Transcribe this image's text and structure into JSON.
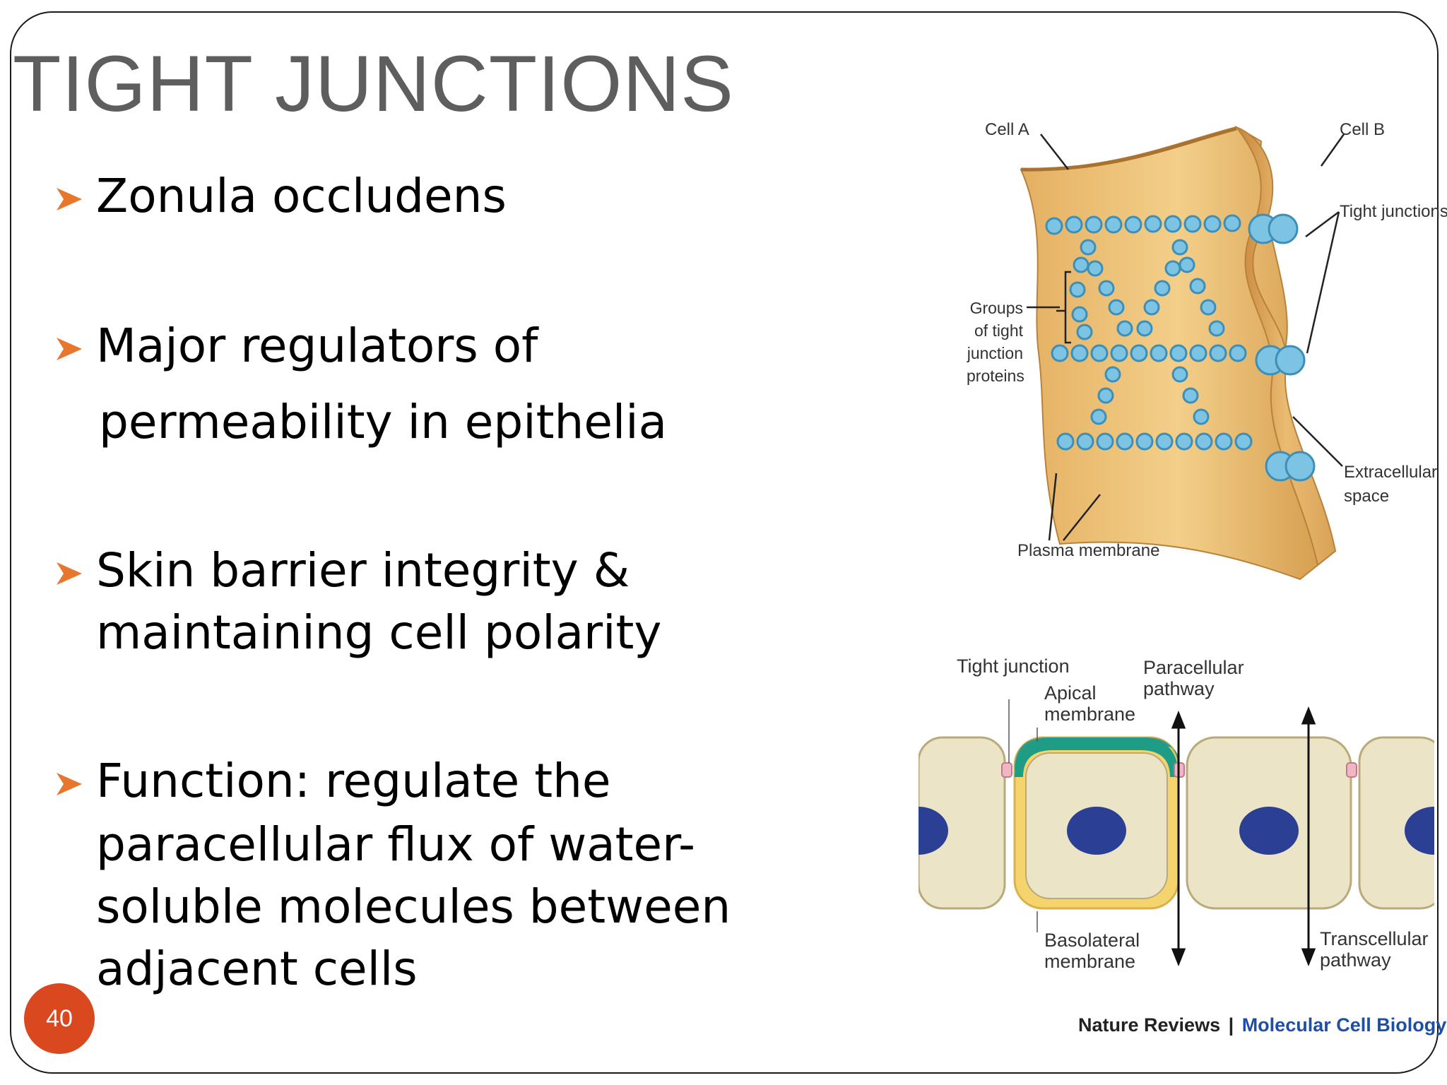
{
  "slide": {
    "title": "TIGHT JUNCTIONS",
    "page_number": "40",
    "bullets": [
      {
        "lines": [
          "Zonula occludens"
        ]
      },
      {
        "lines": [
          "Major regulators of",
          "permeability in epithelia"
        ]
      },
      {
        "lines": [
          "Skin barrier integrity &",
          "maintaining cell polarity"
        ]
      },
      {
        "lines": [
          "Function: regulate the",
          "paracellular flux of water-",
          "soluble molecules between",
          "adjacent cells"
        ]
      }
    ],
    "accent_color": "#d9481f"
  },
  "figure_top": {
    "cell_a": "Cell A",
    "cell_b": "Cell B",
    "tight_junctions": "Tight junctions",
    "groups": [
      "Groups",
      "of tight",
      "junction",
      "proteins"
    ],
    "extracellular": [
      "Extracellular",
      "space"
    ],
    "plasma_membrane": "Plasma membrane"
  },
  "figure_bottom": {
    "tight_junction": "Tight junction",
    "apical": [
      "Apical",
      "membrane"
    ],
    "paracellular": [
      "Paracellular",
      "pathway"
    ],
    "basolateral": [
      "Basolateral",
      "membrane"
    ],
    "transcellular": [
      "Transcellular",
      "pathway"
    ],
    "credit_journal": "Nature Reviews",
    "credit_separator": "|",
    "credit_title": "Molecular Cell Biology"
  }
}
